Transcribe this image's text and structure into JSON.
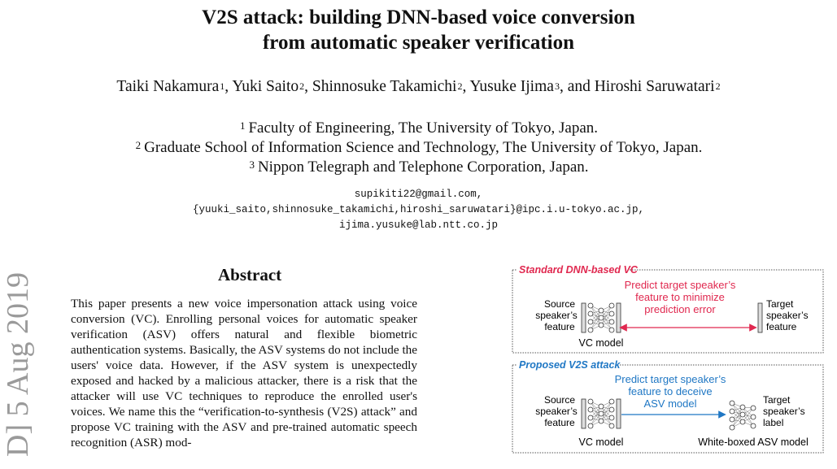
{
  "paper": {
    "title_line1": "V2S attack: building DNN-based voice conversion",
    "title_line2": "from automatic speaker verification",
    "authors": [
      {
        "name": "Taiki Nakamura",
        "aff": "1",
        "sep": ", "
      },
      {
        "name": "Yuki Saito",
        "aff": "2",
        "sep": ", "
      },
      {
        "name": "Shinnosuke Takamichi",
        "aff": "2",
        "sep": ", "
      },
      {
        "name": "Yusuke Ijima",
        "aff": "3",
        "sep": ", and "
      },
      {
        "name": "Hiroshi Saruwatari",
        "aff": "2",
        "sep": ""
      }
    ],
    "affiliations": [
      {
        "num": "1",
        "text": "Faculty of Engineering, The University of Tokyo, Japan."
      },
      {
        "num": "2",
        "text": "Graduate School of Information Science and Technology, The University of Tokyo, Japan."
      },
      {
        "num": "3",
        "text": "Nippon Telegraph and Telephone Corporation, Japan."
      }
    ],
    "emails": [
      "supikiti22@gmail.com,",
      "{yuuki_saito,shinnosuke_takamichi,hiroshi_saruwatari}@ipc.i.u-tokyo.ac.jp,",
      "ijima.yusuke@lab.ntt.co.jp"
    ],
    "arxiv_stamp": "D] 5 Aug 2019",
    "abstract_heading": "Abstract",
    "abstract_text": "This paper presents a new voice impersonation attack using voice conversion (VC). Enrolling personal voices for automatic speaker verification (ASV) offers natural and flexible biometric authentication systems. Basically, the ASV systems do not include the users' voice data. However, if the ASV system is unexpectedly exposed and hacked by a malicious attacker, there is a risk that the attacker will use VC techniques to reproduce the enrolled user's voices. We name this the “verification-to-synthesis (V2S) attack” and propose VC training with the ASV and pre-trained automatic speech recognition (ASR) mod-"
  },
  "figure": {
    "top_panel": {
      "title": "Standard DNN-based VC",
      "source_label": [
        "Source",
        "speaker’s",
        "feature"
      ],
      "annotation": [
        "Predict target speaker’s",
        "feature to minimize",
        "prediction error"
      ],
      "target_label": [
        "Target",
        "speaker’s",
        "feature"
      ],
      "model_label": "VC model"
    },
    "bottom_panel": {
      "title": "Proposed V2S attack",
      "source_label": [
        "Source",
        "speaker’s",
        "feature"
      ],
      "annotation": [
        "Predict target speaker’s",
        "feature to deceive",
        "ASV model"
      ],
      "target_label": [
        "Target",
        "speaker’s",
        "label"
      ],
      "model_label": "VC model",
      "asv_label": "White-boxed ASV model"
    },
    "colors": {
      "top_accent": "#e0284f",
      "bottom_accent": "#1f77c4",
      "border": "#555555"
    }
  }
}
